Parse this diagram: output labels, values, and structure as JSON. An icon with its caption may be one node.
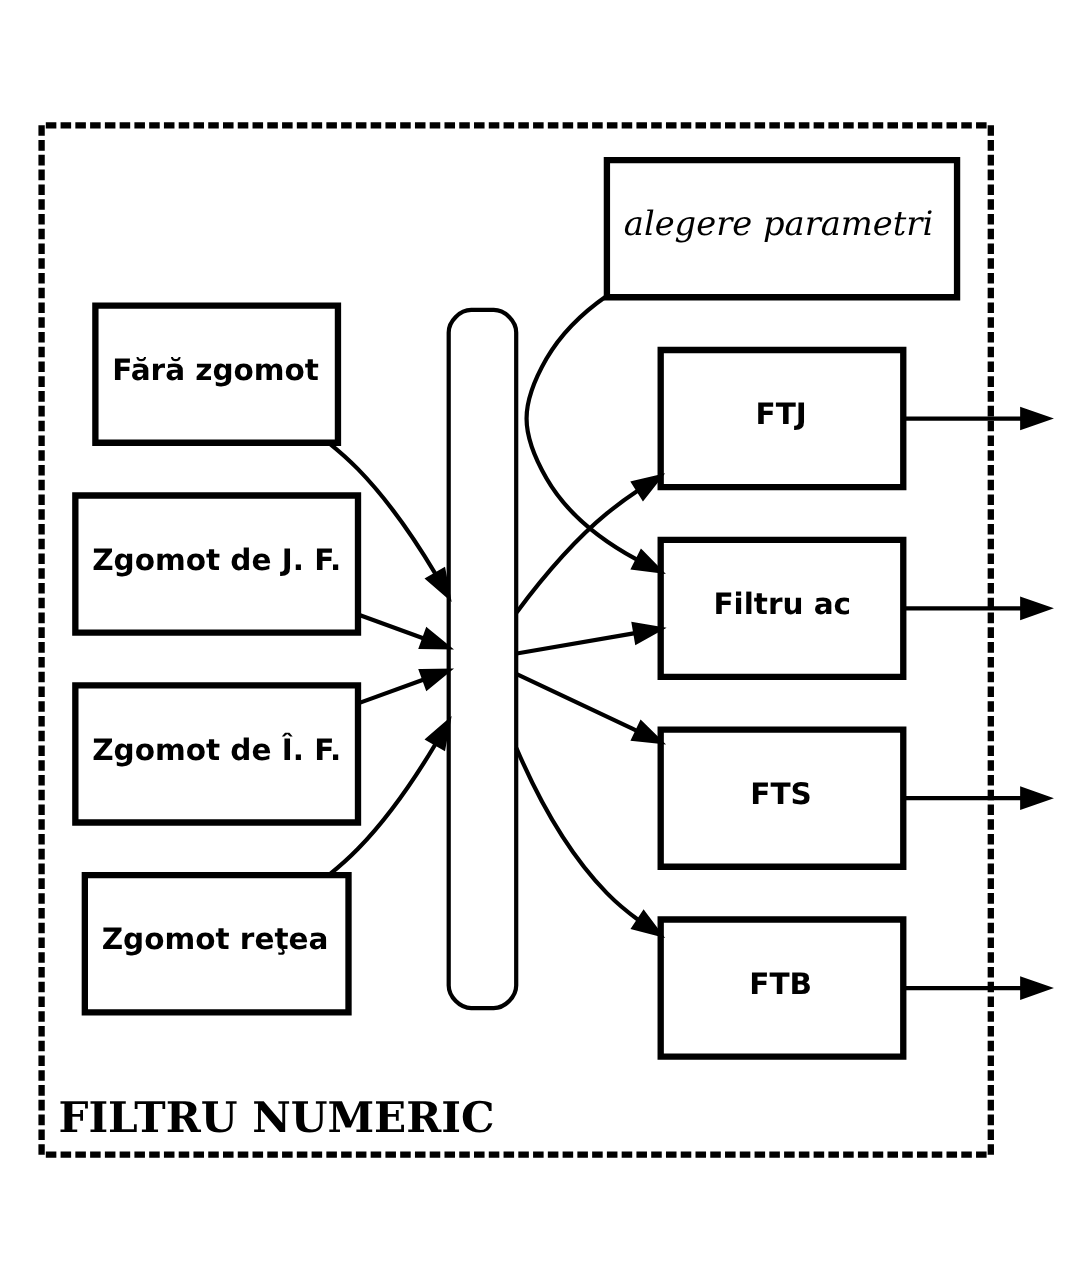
{
  "diagram": {
    "nodes": [
      {
        "text": [
          "FILTRU NUMERIC"
        ]
      },
      {
        "text": [
          "Fără zgomot"
        ],
        "in": 0
      },
      {
        "text": [
          "Zgomot de J. F."
        ],
        "in": 0
      },
      {
        "text": [
          "Zgomot de Î. F."
        ],
        "in": 0
      },
      {
        "text": [
          "Zgomot reţea"
        ],
        "in": 0
      },
      {
        "text": [],
        "shape": "bracket",
        "in": 0
      },
      {
        "text": [
          "FTJ"
        ],
        "in": 0
      },
      {
        "text": [
          "FTB"
        ],
        "in": 0
      },
      {
        "text": [
          "FTS"
        ],
        "in": 0
      },
      {
        "text": [
          "Filtru ac"
        ],
        "in": 0
      },
      {
        "text": [
          "alegere parametri"
        ],
        "in": 0
      }
    ],
    "edges": [
      {
        "from": 1,
        "to": 5,
        "arrow": "to"
      },
      {
        "from": 2,
        "to": 5,
        "arrow": "to"
      },
      {
        "from": 3,
        "to": 5,
        "arrow": "to"
      },
      {
        "from": 4,
        "to": 5,
        "arrow": "to"
      },
      {
        "from": 5,
        "to": 6,
        "arrow": "to"
      },
      {
        "from": 5,
        "to": 7,
        "arrow": "to"
      },
      {
        "from": 5,
        "to": 8,
        "arrow": "to"
      },
      {
        "from": 5,
        "to": 9,
        "arrow": "to"
      },
      {
        "from": 6,
        "to": null,
        "arrow": "to"
      },
      {
        "from": 7,
        "to": null,
        "arrow": "to"
      },
      {
        "from": 8,
        "to": null,
        "arrow": "to"
      },
      {
        "from": 9,
        "to": null,
        "arrow": "to"
      },
      {
        "from": 10,
        "to": 9,
        "arrow": "to"
      }
    ]
  }
}
